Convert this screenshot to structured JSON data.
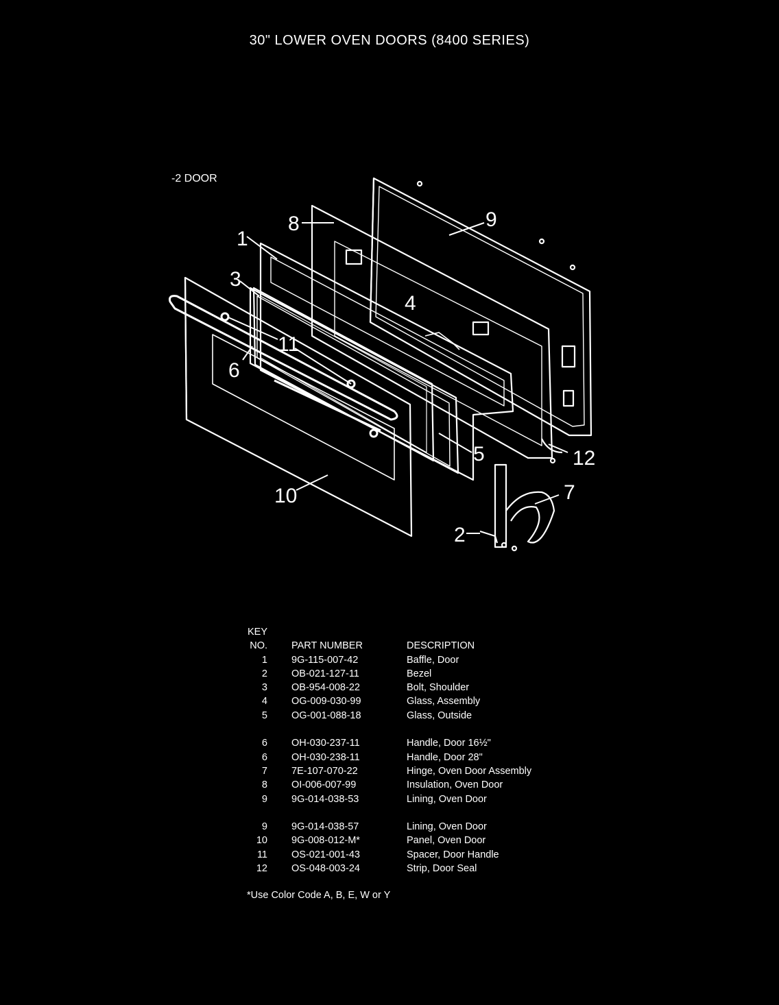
{
  "title": "30\" LOWER OVEN DOORS (8400 SERIES)",
  "door_label": "-2 DOOR",
  "callouts": [
    "1",
    "2",
    "3",
    "4",
    "5",
    "6",
    "7",
    "8",
    "9",
    "10",
    "11",
    "12"
  ],
  "table": {
    "header_key_1": "KEY",
    "header_key_2": "NO.",
    "header_part": "PART NUMBER",
    "header_desc": "DESCRIPTION",
    "group1": [
      {
        "key": "1",
        "part": "9G-115-007-42",
        "desc": "Baffle, Door"
      },
      {
        "key": "2",
        "part": "OB-021-127-11",
        "desc": "Bezel"
      },
      {
        "key": "3",
        "part": "OB-954-008-22",
        "desc": "Bolt, Shoulder"
      },
      {
        "key": "4",
        "part": "OG-009-030-99",
        "desc": "Glass, Assembly"
      },
      {
        "key": "5",
        "part": "OG-001-088-18",
        "desc": "Glass, Outside"
      }
    ],
    "group2": [
      {
        "key": "6",
        "part": "OH-030-237-11",
        "desc": "Handle, Door 16½\""
      },
      {
        "key": "6",
        "part": "OH-030-238-11",
        "desc": "Handle, Door 28\""
      },
      {
        "key": "7",
        "part": "7E-107-070-22",
        "desc": "Hinge, Oven Door Assembly"
      },
      {
        "key": "8",
        "part": "OI-006-007-99",
        "desc": "Insulation, Oven Door"
      },
      {
        "key": "9",
        "part": "9G-014-038-53",
        "desc": "Lining, Oven Door"
      }
    ],
    "group3": [
      {
        "key": "9",
        "part": "9G-014-038-57",
        "desc": "Lining, Oven Door"
      },
      {
        "key": "10",
        "part": "9G-008-012-M*",
        "desc": "Panel, Oven Door"
      },
      {
        "key": "11",
        "part": "OS-021-001-43",
        "desc": "Spacer, Door Handle"
      },
      {
        "key": "12",
        "part": "OS-048-003-24",
        "desc": "Strip, Door Seal"
      }
    ]
  },
  "footnote": "*Use Color Code A, B, E, W or Y"
}
